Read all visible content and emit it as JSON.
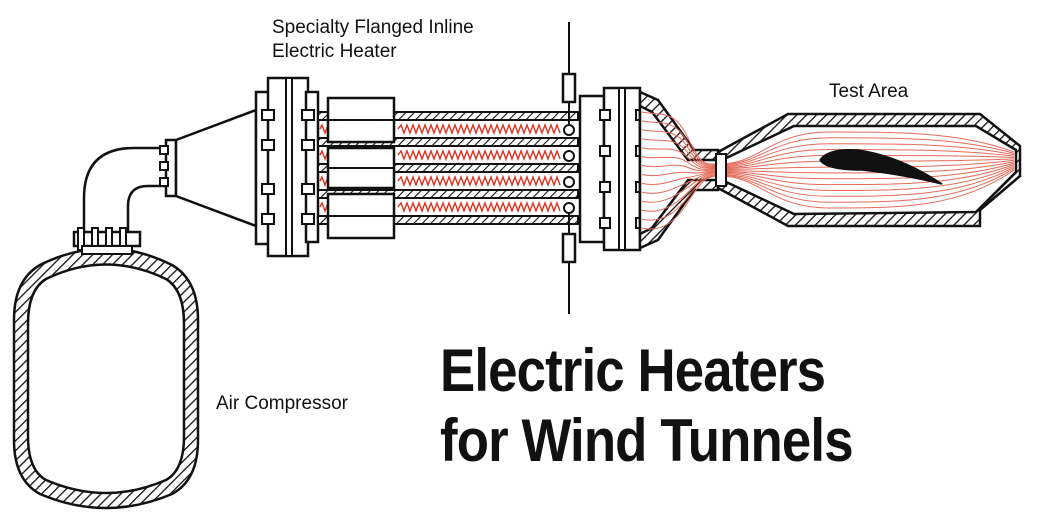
{
  "labels": {
    "heater_line1": "Specialty Flanged Inline",
    "heater_line2": "Electric Heater",
    "test_area": "Test Area",
    "air_compressor": "Air Compressor"
  },
  "title": {
    "line1": "Electric Heaters",
    "line2": "for Wind Tunnels"
  },
  "colors": {
    "ink": "#111111",
    "heat": "#e0311f",
    "flow": "#e56a5a"
  }
}
